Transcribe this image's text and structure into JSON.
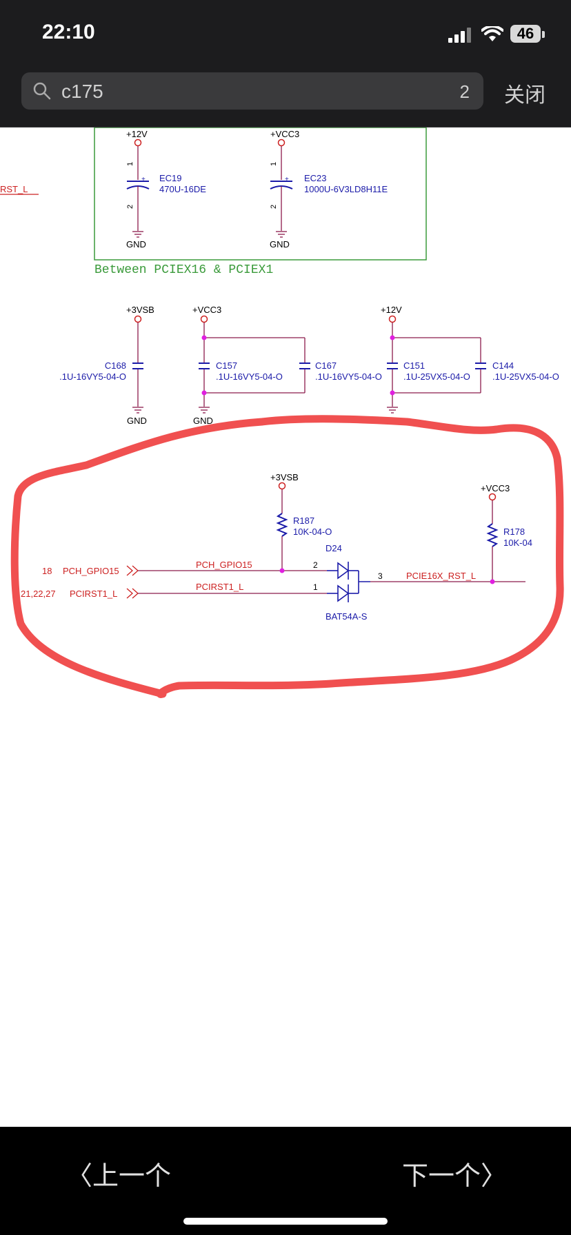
{
  "status_bar": {
    "time": "22:10",
    "battery": "46"
  },
  "search": {
    "query": "c175",
    "match_count": "2",
    "close_label": "关闭"
  },
  "nav": {
    "prev_label": "上一个",
    "next_label": "下一个"
  },
  "schematic": {
    "top_group": {
      "rails": [
        "+12V",
        "+VCC3"
      ],
      "parts": [
        {
          "ref": "EC19",
          "value": "470U-16DE"
        },
        {
          "ref": "EC23",
          "value": "1000U-6V3LD8H11E"
        }
      ],
      "pin1": "1",
      "pin2": "2",
      "gnd": "GND",
      "edge_net": "RST_L",
      "box_label": "Between PCIEX16 & PCIEX1"
    },
    "decoupling": {
      "rails": [
        "+3VSB",
        "+VCC3",
        "+12V"
      ],
      "parts": [
        {
          "ref": "C168",
          "value": ".1U-16VY5-04-O"
        },
        {
          "ref": "C157",
          "value": ".1U-16VY5-04-O"
        },
        {
          "ref": "C167",
          "value": ".1U-16VY5-04-O"
        },
        {
          "ref": "C151",
          "value": ".1U-25VX5-04-O"
        },
        {
          "ref": "C144",
          "value": ".1U-25VX5-04-O"
        }
      ],
      "gnd": "GND"
    },
    "reset_circuit": {
      "rail_3vsb": "+3VSB",
      "rail_vcc3": "+VCC3",
      "r187": {
        "ref": "R187",
        "value": "10K-04-O"
      },
      "r178": {
        "ref": "R178",
        "value": "10K-04"
      },
      "diode": {
        "ref": "D24",
        "value": "BAT54A-S"
      },
      "input1": {
        "pages": "18",
        "name": "PCH_GPIO15",
        "net": "PCH_GPIO15",
        "pin": "2"
      },
      "input2": {
        "pages": "21,22,27",
        "name": "PCIRST1_L",
        "net": "PCIRST1_L",
        "pin": "1"
      },
      "output": {
        "net": "PCIE16X_RST_L",
        "pin": "3"
      }
    }
  },
  "colors": {
    "wire": "#8b1a4a",
    "component": "#1a1aa8",
    "net_label": "#cc2020",
    "junction": "#e020e0",
    "box": "#3a9a3a",
    "annotation": "#f05050"
  }
}
